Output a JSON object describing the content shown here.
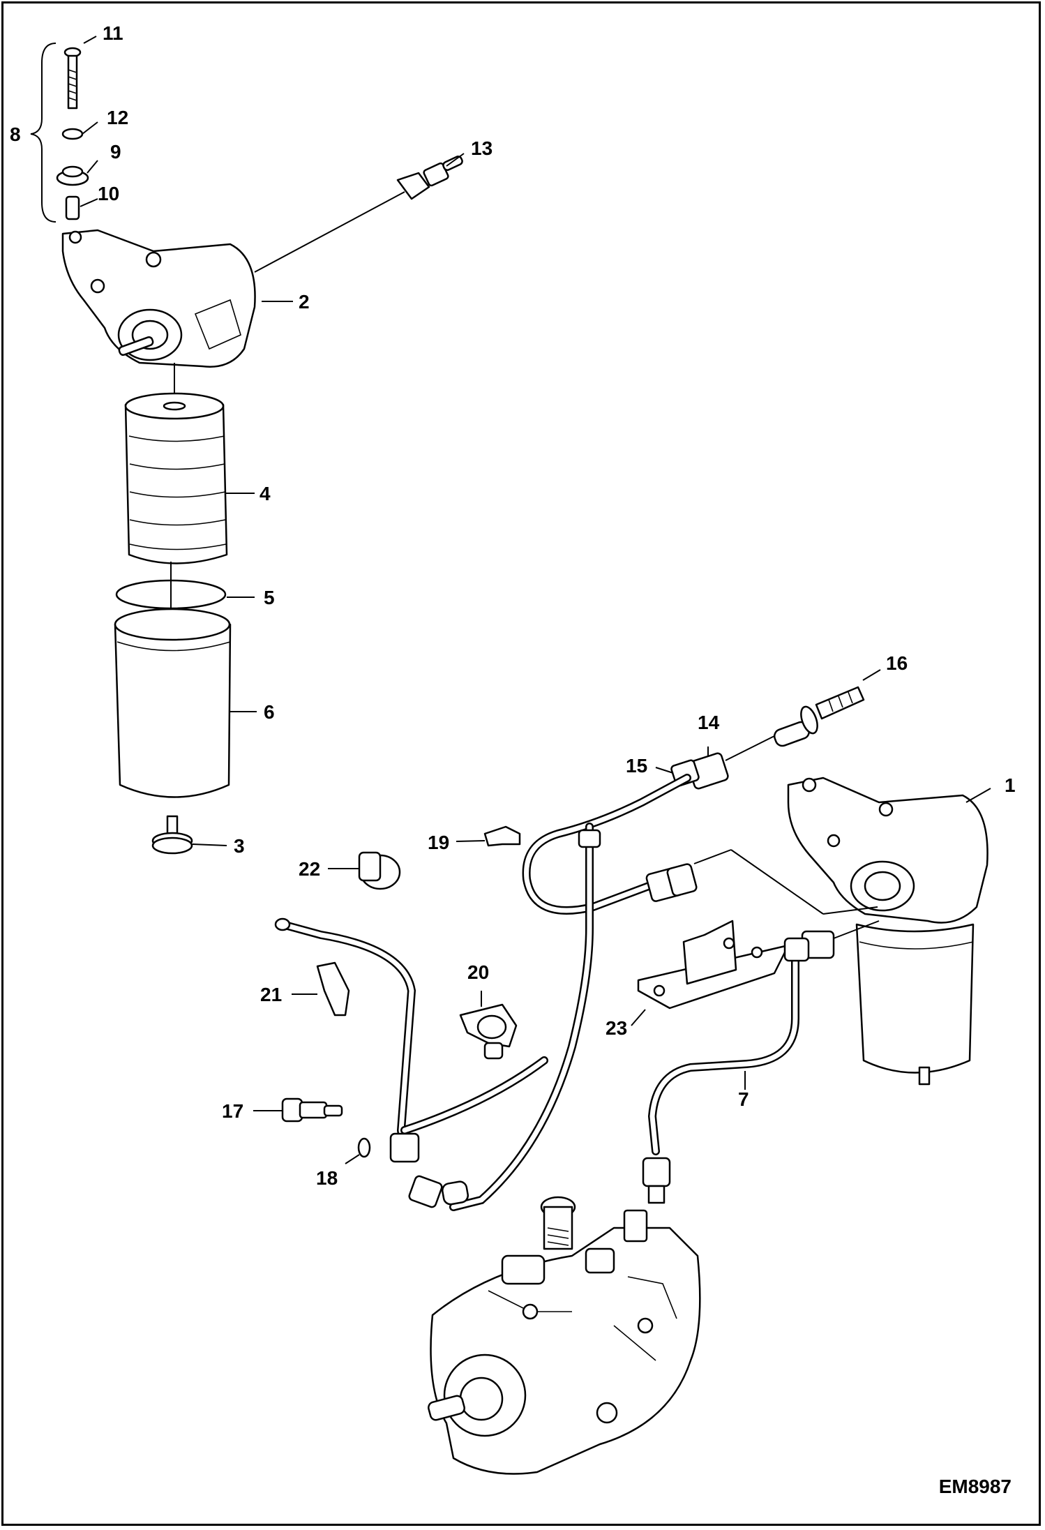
{
  "figure_code": "EM8987",
  "callouts": [
    {
      "id": "c1",
      "text": "1"
    },
    {
      "id": "c2",
      "text": "2"
    },
    {
      "id": "c3",
      "text": "3"
    },
    {
      "id": "c4",
      "text": "4"
    },
    {
      "id": "c5",
      "text": "5"
    },
    {
      "id": "c6",
      "text": "6"
    },
    {
      "id": "c7",
      "text": "7"
    },
    {
      "id": "c8",
      "text": "8"
    },
    {
      "id": "c9",
      "text": "9"
    },
    {
      "id": "c10",
      "text": "10"
    },
    {
      "id": "c11",
      "text": "11"
    },
    {
      "id": "c12",
      "text": "12"
    },
    {
      "id": "c13",
      "text": "13"
    },
    {
      "id": "c14",
      "text": "14"
    },
    {
      "id": "c15",
      "text": "15"
    },
    {
      "id": "c16",
      "text": "16"
    },
    {
      "id": "c17",
      "text": "17"
    },
    {
      "id": "c18",
      "text": "18"
    },
    {
      "id": "c19",
      "text": "19"
    },
    {
      "id": "c20",
      "text": "20"
    },
    {
      "id": "c21",
      "text": "21"
    },
    {
      "id": "c22",
      "text": "22"
    },
    {
      "id": "c23",
      "text": "23"
    }
  ]
}
